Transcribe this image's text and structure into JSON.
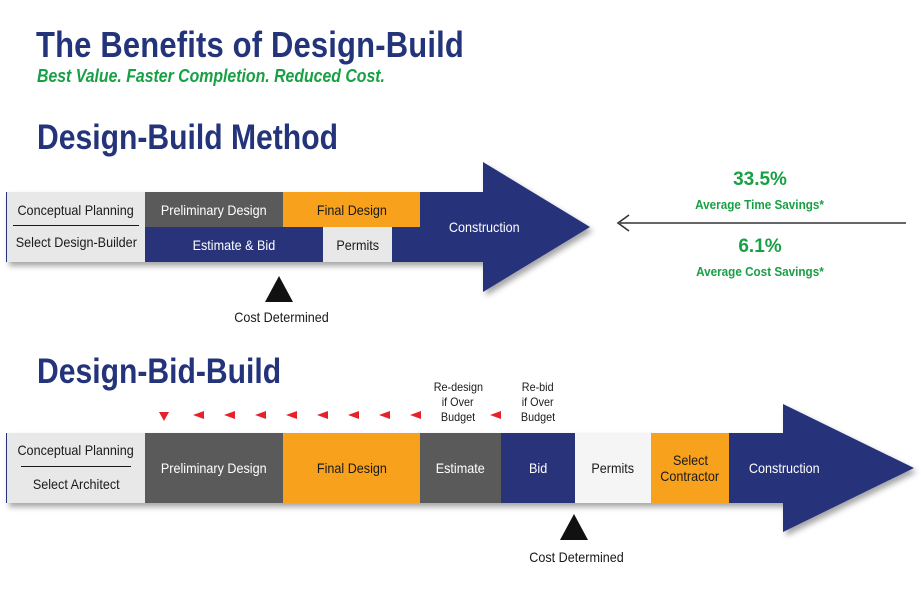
{
  "header": {
    "title": "The Benefits of Design-Build",
    "subtitle": "Best Value. Faster Completion. Reduced Cost."
  },
  "design_build": {
    "heading": "Design-Build Method",
    "conceptual_planning": "Conceptual Planning",
    "select_design_builder": "Select Design-Builder",
    "preliminary_design": "Preliminary Design",
    "final_design": "Final Design",
    "estimate_bid": "Estimate & Bid",
    "permits": "Permits",
    "construction": "Construction",
    "cost_determined": "Cost Determined"
  },
  "savings": {
    "time_value": "33.5%",
    "time_label": "Average Time Savings*",
    "cost_value": "6.1%",
    "cost_label": "Average Cost Savings*"
  },
  "design_bid_build": {
    "heading": "Design-Bid-Build",
    "conceptual_planning": "Conceptual Planning",
    "select_architect": "Select Architect",
    "preliminary_design": "Preliminary Design",
    "final_design": "Final Design",
    "estimate": "Estimate",
    "bid": "Bid",
    "permits": "Permits",
    "select_contractor_1": "Select",
    "select_contractor_2": "Contractor",
    "construction": "Construction",
    "cost_determined": "Cost Determined",
    "redesign_1": "Re-design",
    "redesign_2": "if Over",
    "redesign_3": "Budget",
    "rebid_1": "Re-bid",
    "rebid_2": "if Over",
    "rebid_3": "Budget"
  },
  "colors": {
    "navy": "#28337a",
    "gray": "#5a5a5a",
    "orange": "#f7a11d",
    "green": "#18a045",
    "red": "#e8202a"
  }
}
